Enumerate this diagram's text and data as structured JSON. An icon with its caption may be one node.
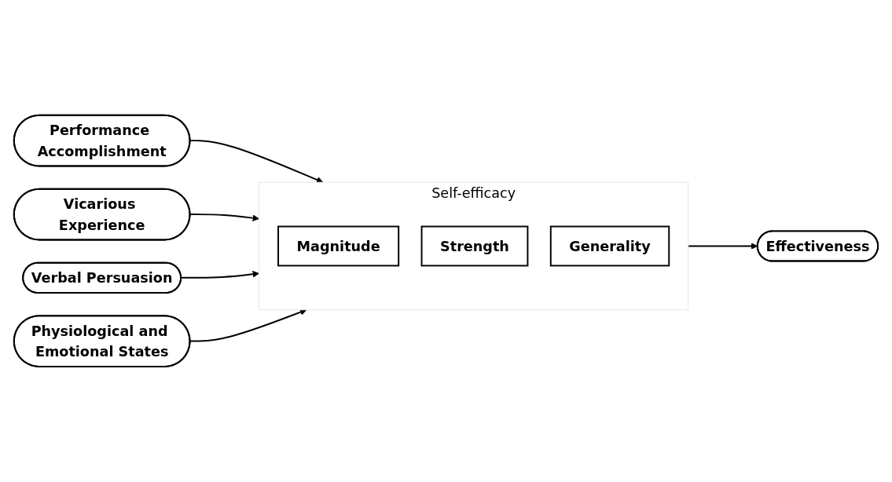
{
  "diagram": {
    "nodes": [
      {
        "text": [
          "Performance Accomplishment"
        ]
      },
      {
        "text": [
          "Vicarious Experience"
        ]
      },
      {
        "text": [
          "Verbal Persuasion"
        ]
      },
      {
        "text": [
          "Physiological and Emotional States"
        ]
      },
      {
        "text": [
          "Self-efficacy"
        ]
      },
      {
        "text": [
          "Magnitude"
        ],
        "in": 4
      },
      {
        "text": [
          "Strength"
        ],
        "in": 4
      },
      {
        "text": [
          "Generality"
        ],
        "in": 4
      },
      {
        "text": [
          "Effectiveness"
        ]
      }
    ],
    "edges": [
      {
        "from": 0,
        "to": 4,
        "arrow": "to"
      },
      {
        "from": 1,
        "to": 4,
        "arrow": "to"
      },
      {
        "from": 2,
        "to": 4,
        "arrow": "to"
      },
      {
        "from": 3,
        "to": 4,
        "arrow": "to"
      },
      {
        "from": 4,
        "to": 8,
        "arrow": "to"
      }
    ]
  }
}
